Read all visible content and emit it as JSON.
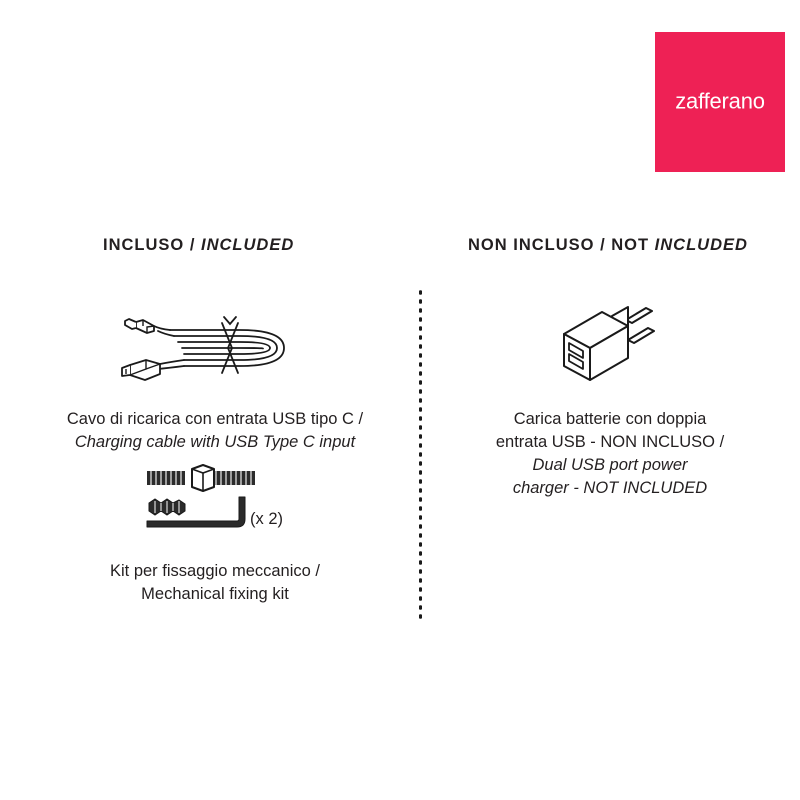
{
  "brand": {
    "name": "zafferano",
    "logo_color": "#ee2155",
    "logo_text_color": "#ffffff"
  },
  "page": {
    "background": "#ffffff",
    "text_color": "#231f20",
    "divider_style": "vertical-dotted"
  },
  "columns": {
    "included": {
      "heading_regular": "INCLUSO / ",
      "heading_italic": "INCLUDED",
      "items": [
        {
          "icon": "usb-cable-icon",
          "caption_lines": [
            {
              "text": "Cavo di ricarica con entrata USB tipo C /",
              "italic": false
            },
            {
              "text": "Charging cable with USB Type C input",
              "italic": true
            }
          ]
        },
        {
          "icon": "fixing-kit-icon",
          "quantity_label": "(x 2)",
          "caption_lines": [
            {
              "text": "Kit per fissaggio meccanico /",
              "italic": false
            },
            {
              "text": "Mechanical fixing kit",
              "italic": false
            }
          ]
        }
      ]
    },
    "not_included": {
      "heading_regular": "NON INCLUSO / NOT ",
      "heading_italic": "INCLUDED",
      "items": [
        {
          "icon": "usb-power-charger-icon",
          "caption_lines": [
            {
              "text": "Carica batterie con doppia",
              "italic": false
            },
            {
              "text": "entrata USB - NON INCLUSO /",
              "italic": false
            },
            {
              "text": "Dual USB port power",
              "italic": true
            },
            {
              "text": "charger - NOT INCLUDED",
              "italic": true
            }
          ]
        }
      ]
    }
  }
}
